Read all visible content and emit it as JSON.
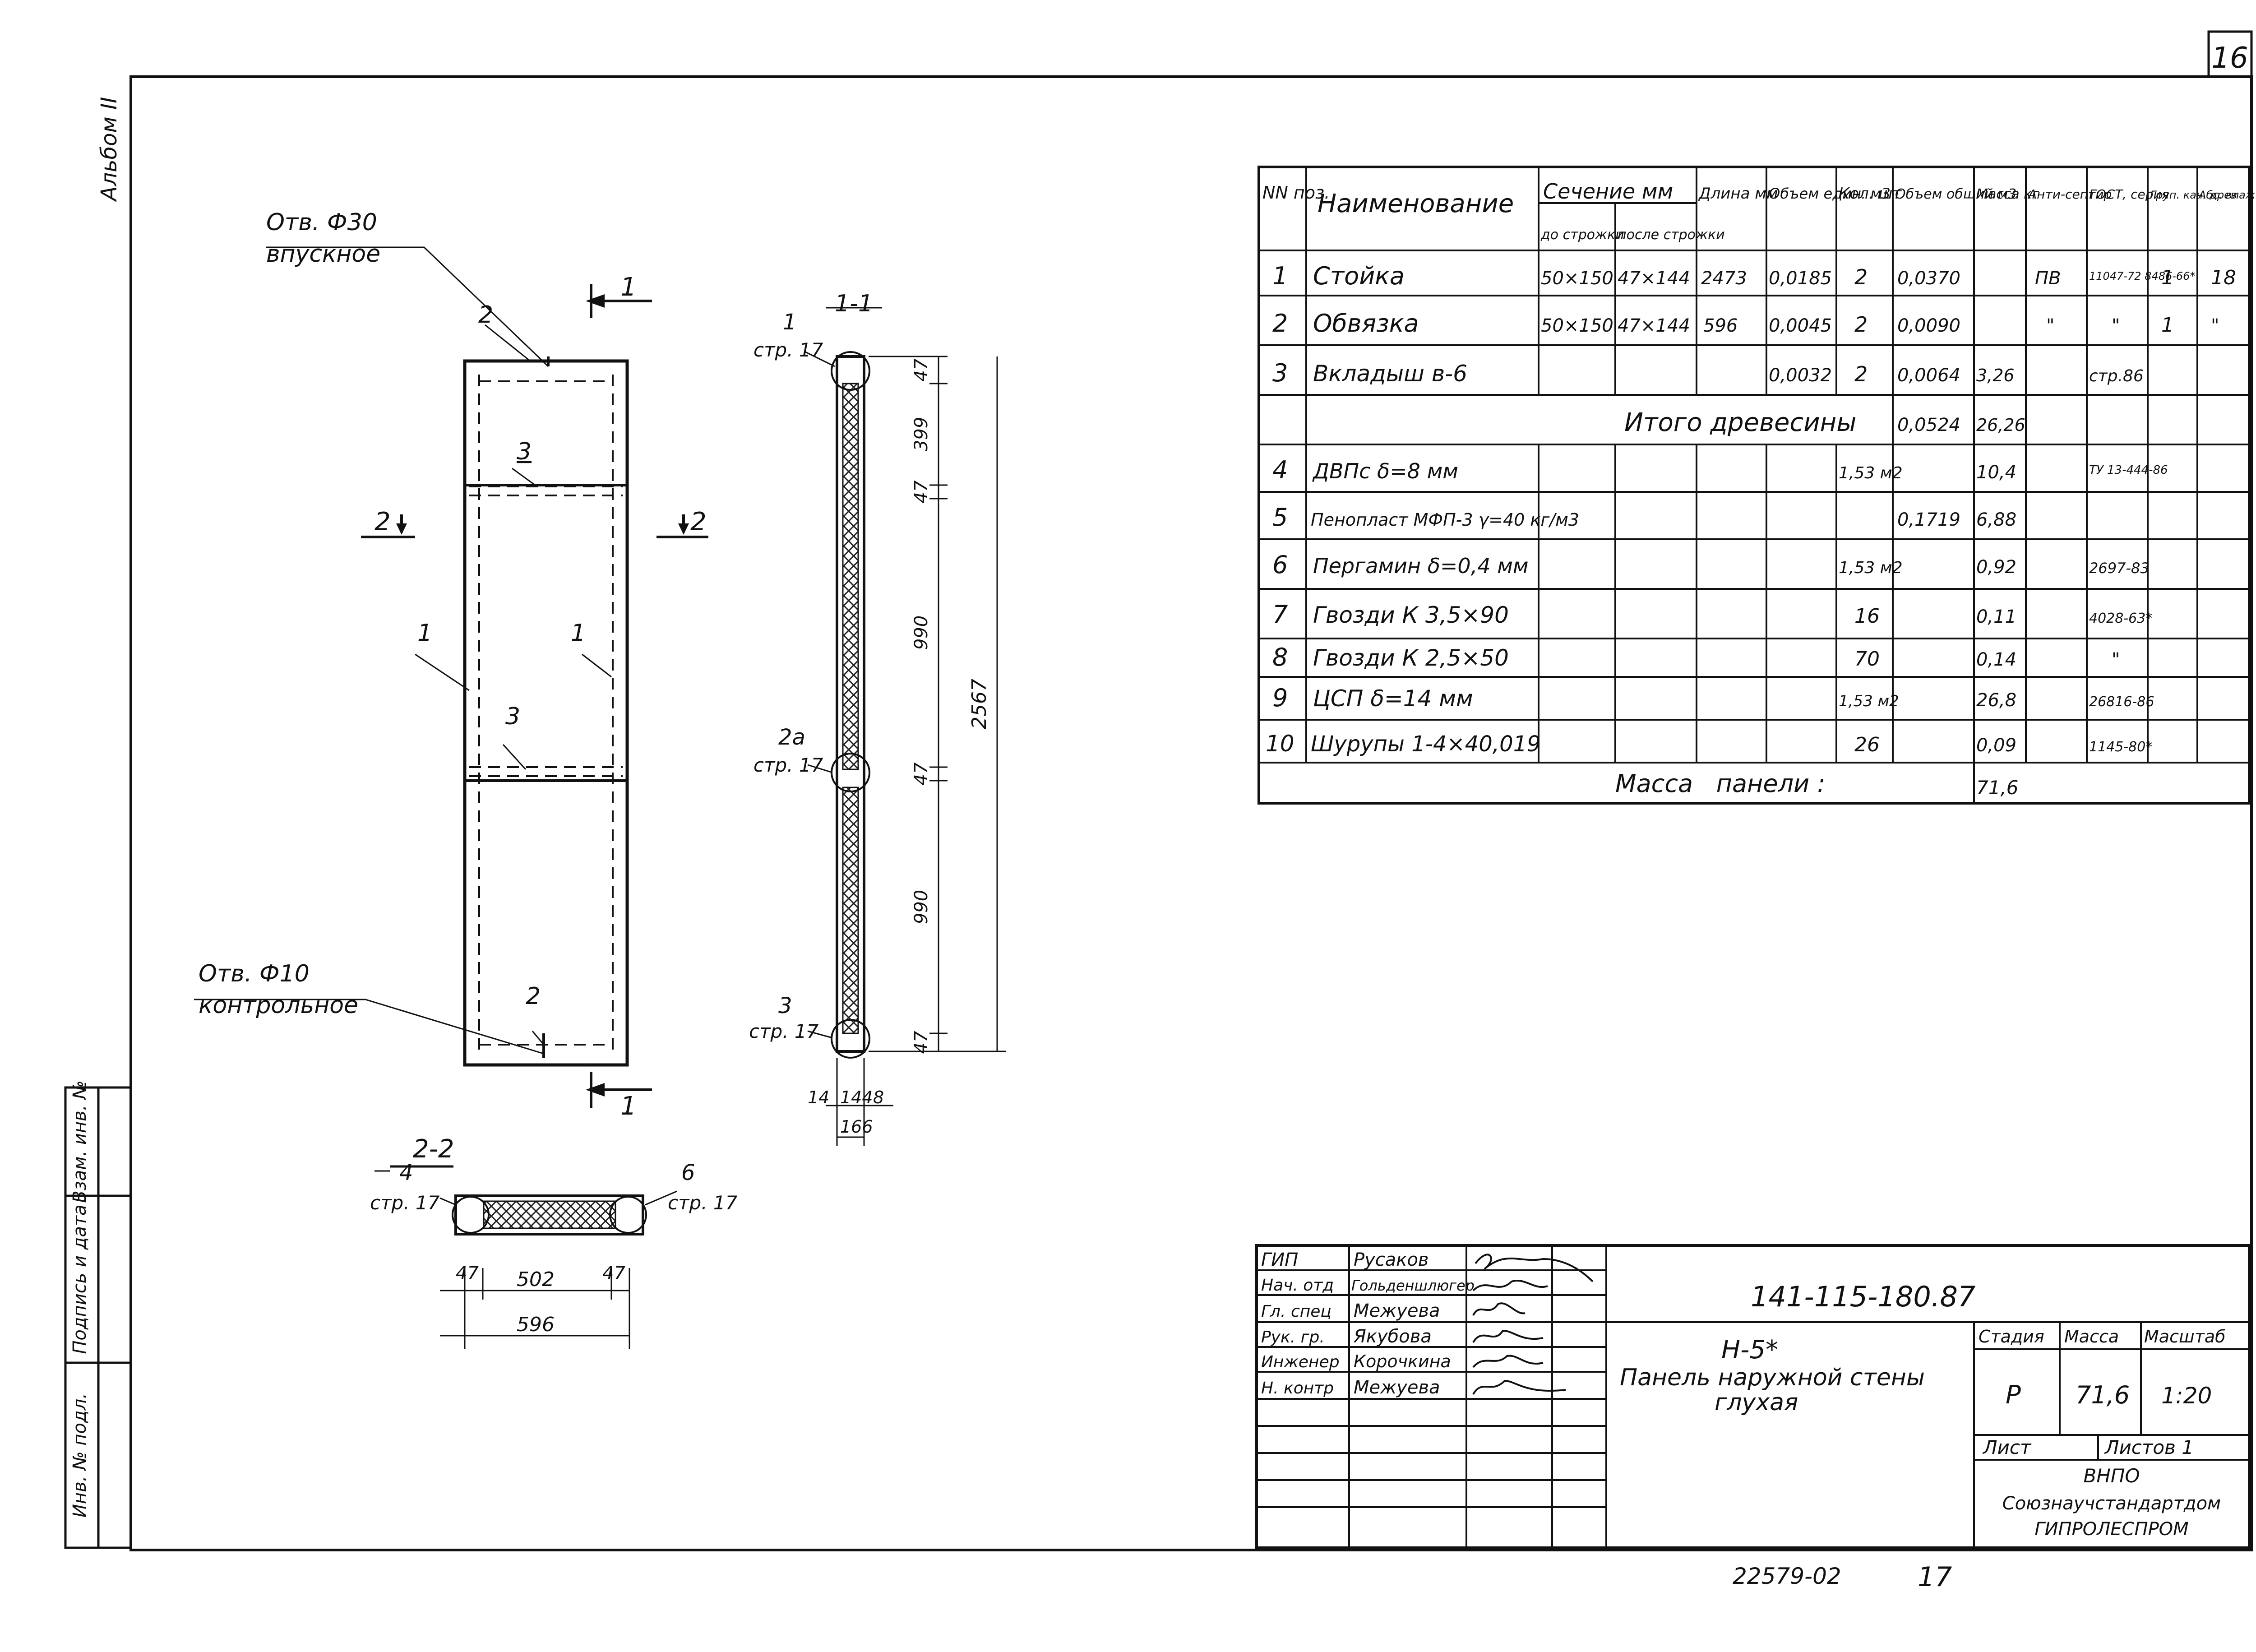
{
  "page_number": "16",
  "album_label": "Альбом II",
  "side_stamp": [
    "Инв. № подл.",
    "Подпись и дата",
    "Взам. инв. №"
  ],
  "drawing": {
    "hole_inlet": [
      "Отв. Ф30",
      "впускное"
    ],
    "hole_control": [
      "Отв. Ф10",
      "контрольное"
    ],
    "callouts": {
      "p1": "1",
      "p2": "2",
      "p3": "3"
    },
    "cut_arrow_label": "1",
    "cut_side_label": "2",
    "section_1_title": "1-1",
    "section_2_title": "2-2",
    "section_1_callouts": [
      {
        "num": "1",
        "ref": "стр. 17"
      },
      {
        "num": "2а",
        "ref": "стр. 17"
      },
      {
        "num": "3",
        "ref": "стр. 17"
      }
    ],
    "section_1_dims": [
      "47",
      "399",
      "47",
      "990",
      "47",
      "990",
      "47"
    ],
    "section_1_total": "2567",
    "section_1_bottom_dims": [
      "14",
      "144",
      "8"
    ],
    "section_1_bottom_total": "166",
    "section_2_callouts": [
      {
        "num": "4",
        "ref": "стр. 17"
      },
      {
        "num": "6",
        "ref": "стр. 17"
      }
    ],
    "section_2_dims": [
      "47",
      "502",
      "47"
    ],
    "section_2_total": "596"
  },
  "spec_table": {
    "headers": {
      "pos": "NN поз.",
      "name": "Наименование",
      "section": "Сечение мм",
      "section_before": "до строжки",
      "section_after": "после строжки",
      "length": "Длина мм",
      "vol_unit": "Объем един. м3",
      "qty": "Кол. шт",
      "vol_total": "Объем общий м3",
      "mass": "Масса кг",
      "antisept": "Анти-септир",
      "gost": "ГОСТ, серия",
      "group": "Груп. кач. древ",
      "humidity": "Абс. влаж. %"
    },
    "rows": [
      [
        "1",
        "Стойка",
        "50×150",
        "47×144",
        "2473",
        "0,0185",
        "2",
        "0,0370",
        "",
        "ПВ",
        "11047-72 8486-66*",
        "1",
        "18"
      ],
      [
        "2",
        "Обвязка",
        "50×150",
        "47×144",
        "596",
        "0,0045",
        "2",
        "0,0090",
        "",
        "\"",
        "\"",
        "1",
        "\""
      ],
      [
        "3",
        "Вкладыш в-6",
        "",
        "",
        "",
        "0,0032",
        "2",
        "0,0064",
        "3,26",
        "",
        "стр.86",
        "",
        ""
      ],
      [
        "",
        "Итого древесины",
        "",
        "",
        "",
        "",
        "",
        "0,0524",
        "26,26",
        "",
        "",
        "",
        ""
      ],
      [
        "4",
        "ДВПс δ=8 мм",
        "",
        "",
        "",
        "",
        "1,53 м2",
        "",
        "10,4",
        "",
        "ТУ 13-444-86",
        "",
        ""
      ],
      [
        "5",
        "Пенопласт МФП-3 γ=40 кг/м3",
        "",
        "",
        "",
        "",
        "",
        "0,1719",
        "6,88",
        "",
        "",
        "",
        ""
      ],
      [
        "6",
        "Пергамин δ=0,4 мм",
        "",
        "",
        "",
        "",
        "1,53 м2",
        "",
        "0,92",
        "",
        "2697-83",
        "",
        ""
      ],
      [
        "7",
        "Гвозди К 3,5×90",
        "",
        "",
        "",
        "",
        "16",
        "",
        "0,11",
        "",
        "4028-63*",
        "",
        ""
      ],
      [
        "8",
        "Гвозди К 2,5×50",
        "",
        "",
        "",
        "",
        "70",
        "",
        "0,14",
        "",
        "\"",
        "",
        ""
      ],
      [
        "9",
        "ЦСП δ=14 мм",
        "",
        "",
        "",
        "",
        "1,53 м2",
        "",
        "26,8",
        "",
        "26816-86",
        "",
        ""
      ],
      [
        "10",
        "Шурупы 1-4×40,019",
        "",
        "",
        "",
        "",
        "26",
        "",
        "0,09",
        "",
        "1145-80*",
        "",
        ""
      ]
    ],
    "footer_label": "Масса   панели :",
    "footer_value": "71,6"
  },
  "title_block": {
    "roles": [
      "ГИП",
      "Нач. отд",
      "Гл. спец",
      "Рук. гр.",
      "Инженер",
      "Н. контр"
    ],
    "names": [
      "Русаков",
      "Гольденшлюгер",
      "Межуева",
      "Якубова",
      "Корочкина",
      "Межуева"
    ],
    "code": "141-115-180.87",
    "title_lines": [
      "Н-5*",
      "Панель наружной стены",
      "глухая"
    ],
    "stage_label": "Стадия",
    "mass_label": "Масса",
    "scale_label": "Масштаб",
    "stage": "Р",
    "mass": "71,6",
    "scale": "1:20",
    "sheet_label": "Лист",
    "sheets_label": "Листов 1",
    "org": [
      "ВНПО",
      "Союзнаучстандартдом",
      "ГИПРОЛЕСПРОМ"
    ]
  },
  "bottom_stamp": "22579-02",
  "bottom_sheet": "17"
}
